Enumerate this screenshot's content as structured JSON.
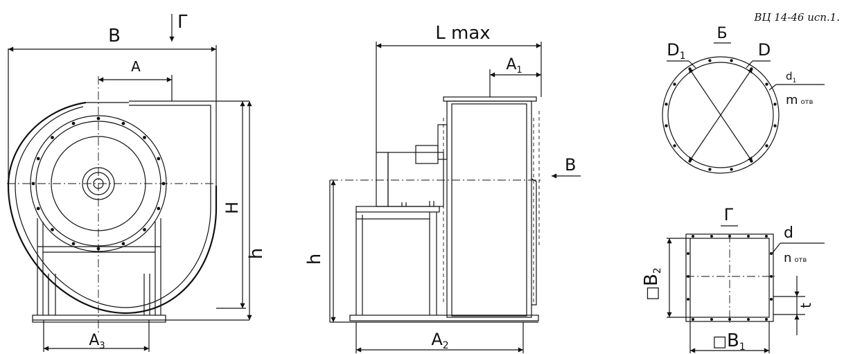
{
  "caption": "ВЦ 14-46 исп.1.",
  "front_view": {
    "B": "B",
    "G_arrow": "Г",
    "A": "A",
    "H": "H",
    "h": "h",
    "A3": {
      "main": "A",
      "sub": "3"
    }
  },
  "side_view": {
    "L_max": "L max",
    "A1": {
      "main": "A",
      "sub": "1"
    },
    "V_arrow": "В",
    "h": "h",
    "A2": {
      "main": "A",
      "sub": "2"
    }
  },
  "view_B": {
    "title": "Б",
    "D1": {
      "main": "D",
      "sub": "1"
    },
    "D": "D",
    "d1": {
      "main": "d",
      "sub": "1"
    },
    "m_otv": {
      "main": "m",
      "sub": "отв"
    }
  },
  "view_G": {
    "title": "Г",
    "d": "d",
    "n_otv": {
      "main": "n",
      "sub": "отв"
    },
    "B2": {
      "prefix": "□",
      "main": "B",
      "sub": "2"
    },
    "B1": {
      "prefix": "□",
      "main": "B",
      "sub": "1"
    },
    "t": "t"
  }
}
